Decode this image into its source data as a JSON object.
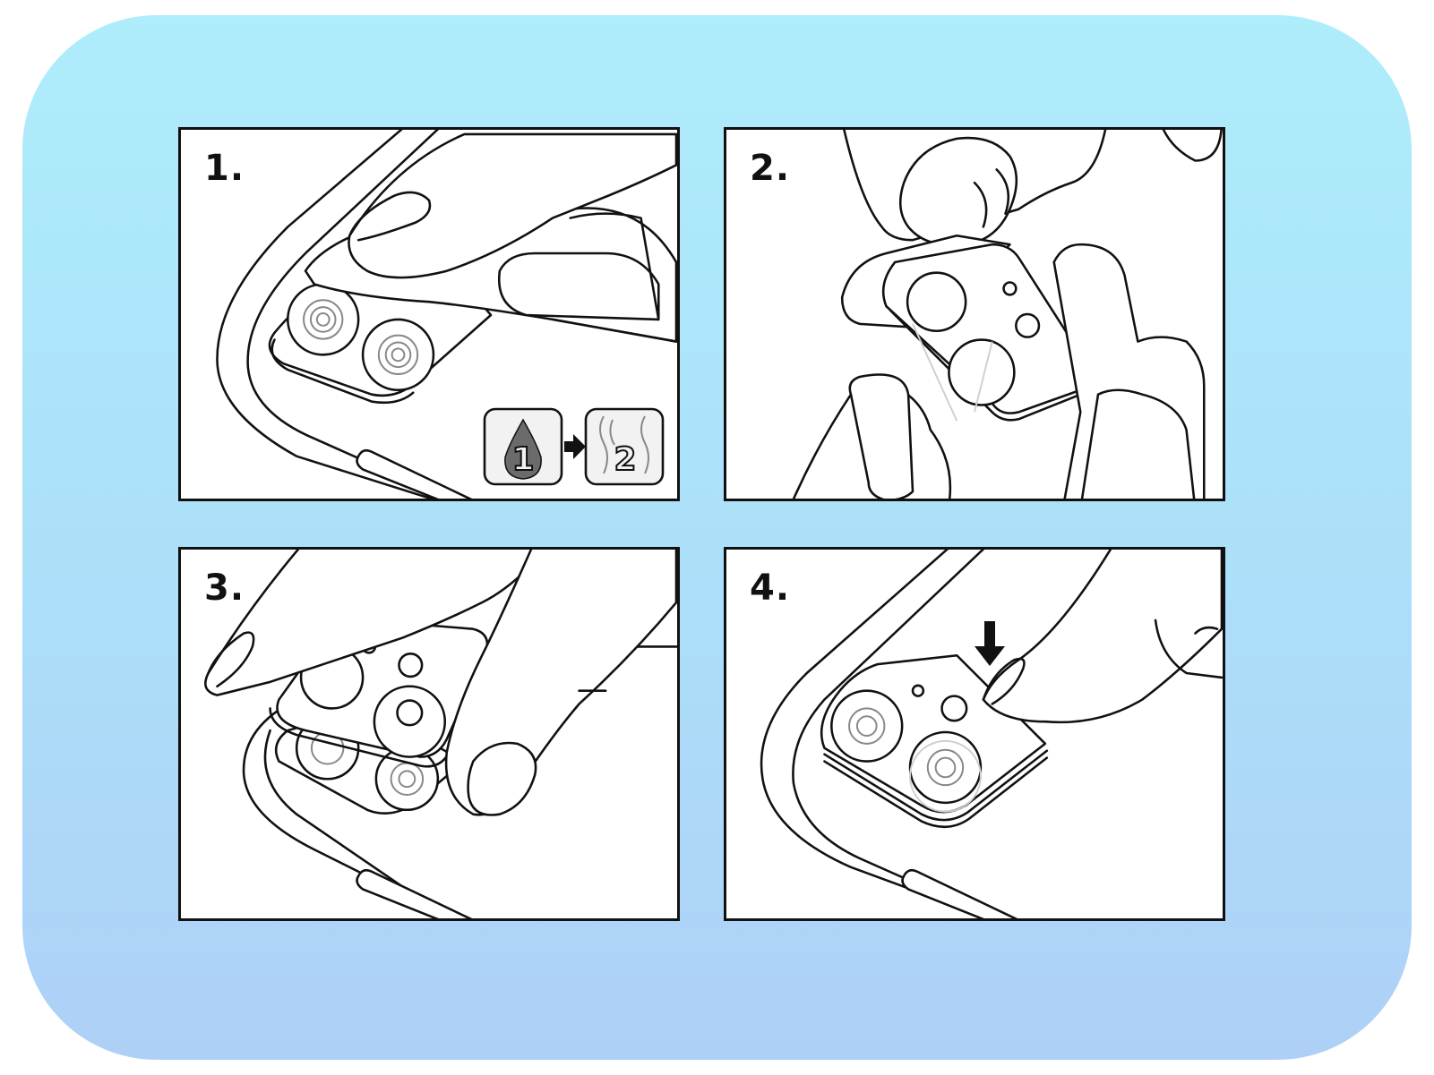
{
  "steps": [
    {
      "number": "1.",
      "icon": "wipe-phone-camera-icon"
    },
    {
      "number": "2.",
      "icon": "peel-protector-icon"
    },
    {
      "number": "3.",
      "icon": "align-protector-icon"
    },
    {
      "number": "4.",
      "icon": "press-protector-icon"
    }
  ],
  "cleaning_badge": {
    "first_label": "1",
    "second_label": "2",
    "first_icon": "wet-wipe-drop-icon",
    "second_icon": "dry-wipe-icon",
    "arrow_icon": "arrow-right-icon"
  },
  "press_arrow_icon": "arrow-down-icon",
  "colors": {
    "background_top": "#aeedfb",
    "background_bottom": "#aed0f7",
    "line": "#111111",
    "badge_fill": "#f2f2f2",
    "drop_fill": "#6b6b6b"
  }
}
